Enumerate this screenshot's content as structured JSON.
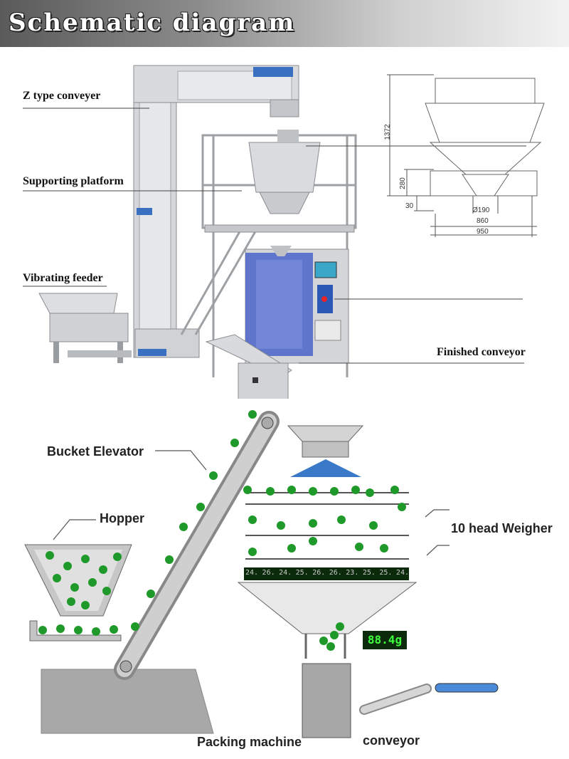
{
  "header": {
    "title": "Schematic diagram"
  },
  "top_labels": {
    "z_type_conveyer": "Z type conveyer",
    "supporting_platform": "Supporting platform",
    "vibrating_feeder": "Vibrating feeder",
    "finished_conveyor": "Finished conveyor"
  },
  "dimensions": {
    "height_total": "1372",
    "height_lower": "280",
    "height_base": "30",
    "outlet_dia": "Ø190",
    "width_inner": "860",
    "width_outer": "950"
  },
  "bottom_labels": {
    "bucket_elevator": "Bucket Elevator",
    "hopper": "Hopper",
    "ten_head_weigher": "10 head Weigher",
    "packing_machine": "Packing machine",
    "conveyor": "conveyor"
  },
  "weigher_display": {
    "weights": [
      "24.",
      "26.",
      "24.",
      "25.",
      "26.",
      "26.",
      "23.",
      "25.",
      "25.",
      "24."
    ],
    "result": "88.4g"
  },
  "colors": {
    "green": "#1f9a2a",
    "steel": "#c9ccd0",
    "blue_panel": "#4a63c8",
    "screen": "#0c2a0c",
    "screen_text": "#3dff3d"
  }
}
